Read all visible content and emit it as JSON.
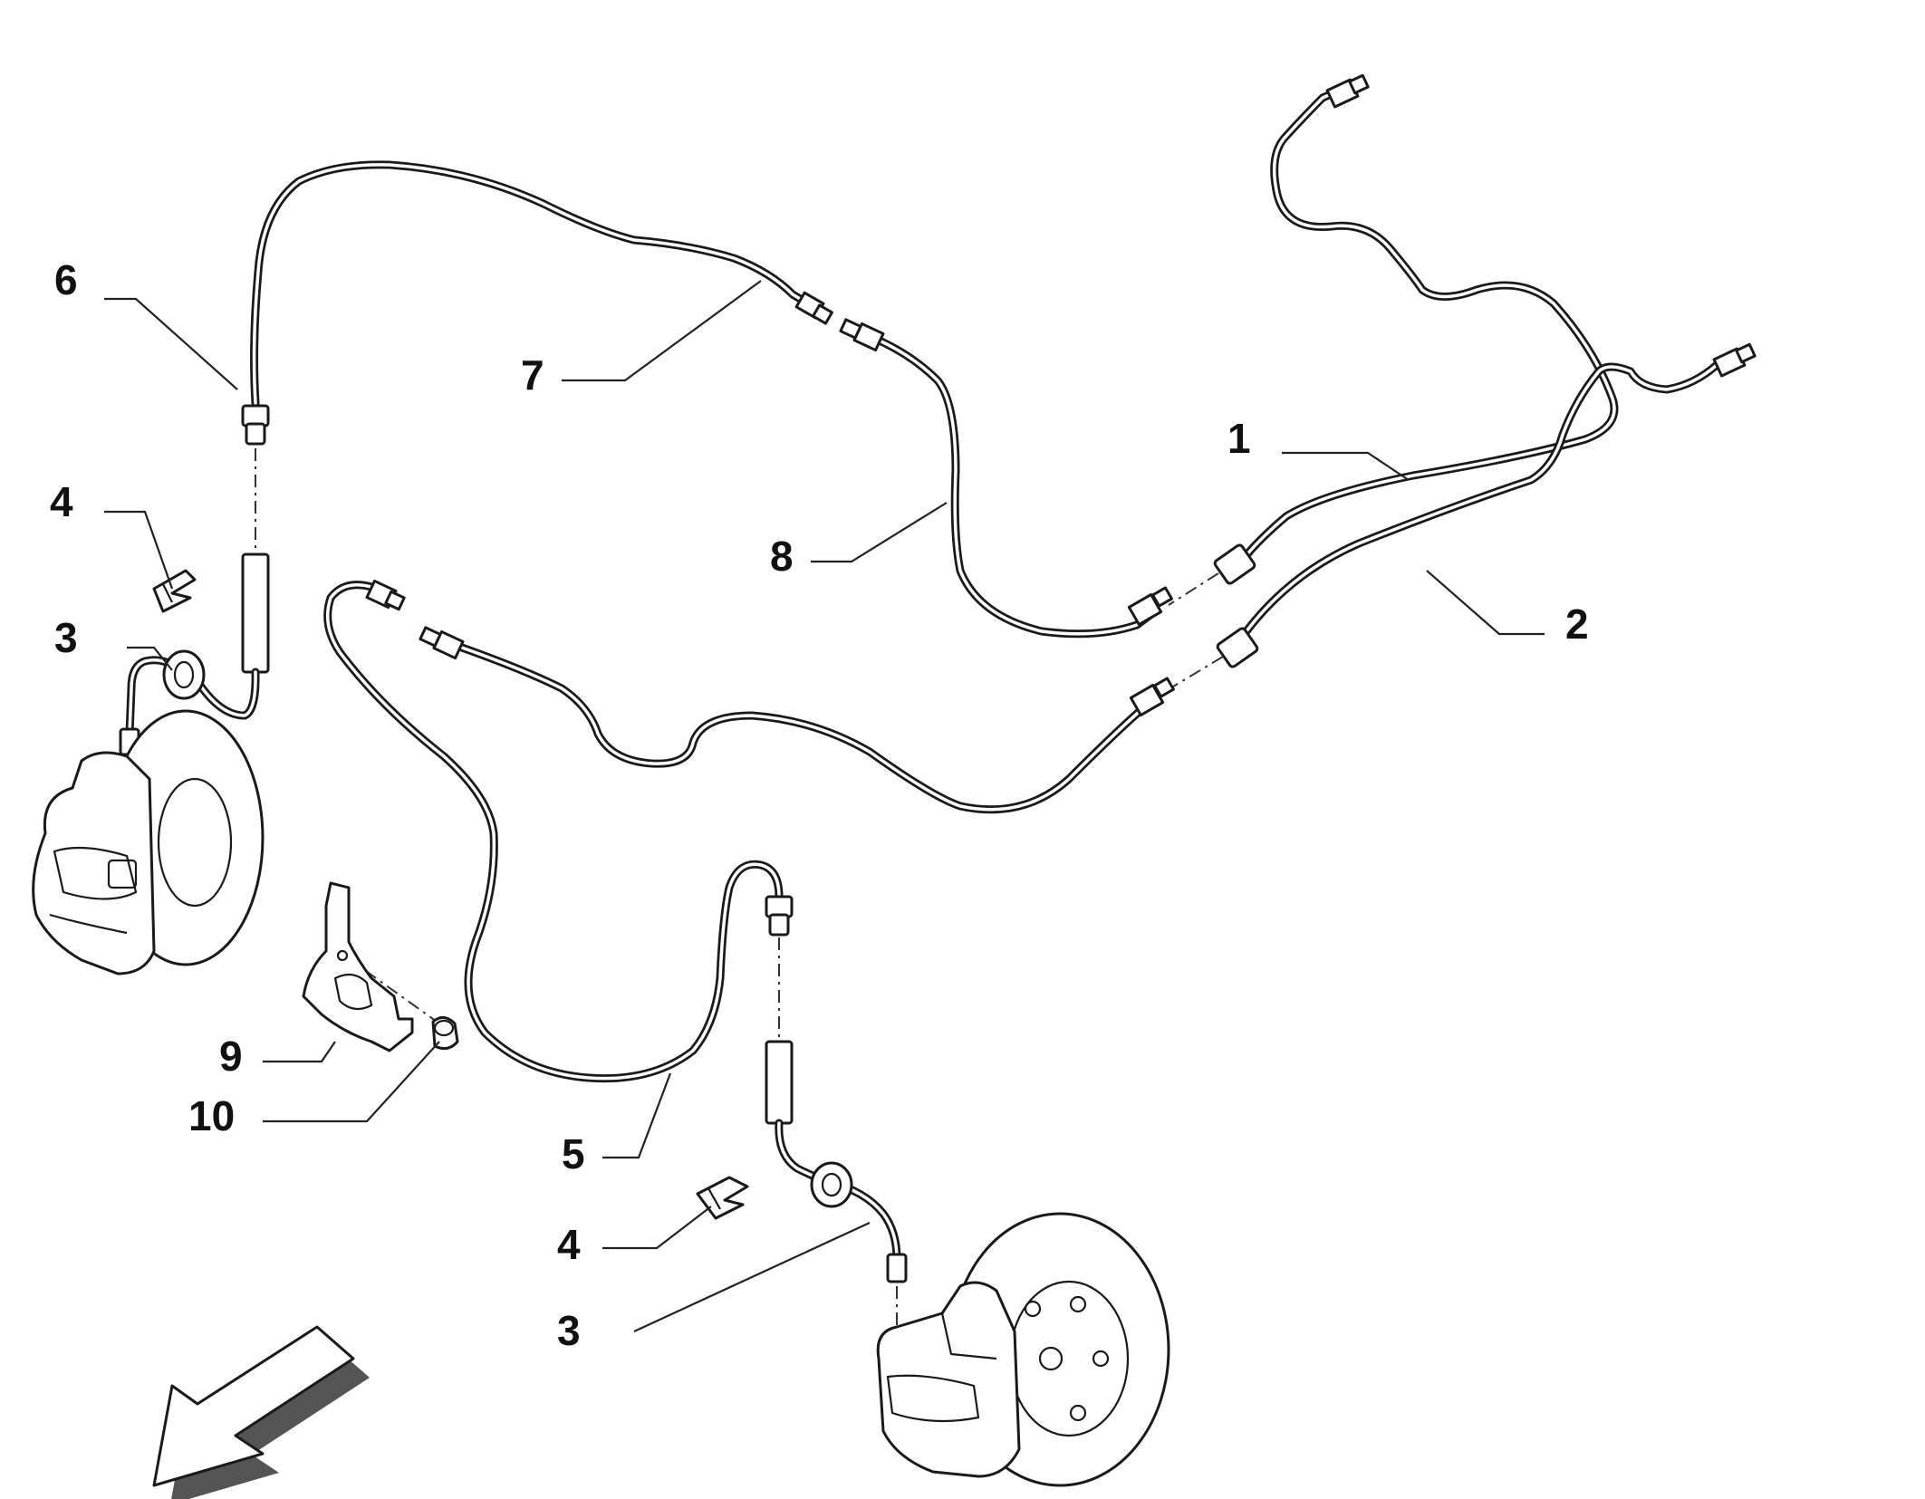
{
  "callouts": [
    {
      "id": "c1",
      "label": "1"
    },
    {
      "id": "c2",
      "label": "2"
    },
    {
      "id": "c3a",
      "label": "3"
    },
    {
      "id": "c3b",
      "label": "3"
    },
    {
      "id": "c4a",
      "label": "4"
    },
    {
      "id": "c4b",
      "label": "4"
    },
    {
      "id": "c5",
      "label": "5"
    },
    {
      "id": "c6",
      "label": "6"
    },
    {
      "id": "c7",
      "label": "7"
    },
    {
      "id": "c8",
      "label": "8"
    },
    {
      "id": "c9",
      "label": "9"
    },
    {
      "id": "c10",
      "label": "10"
    }
  ],
  "direction_arrow": {
    "icon": "direction-arrow-icon",
    "points_to": "front-left"
  }
}
